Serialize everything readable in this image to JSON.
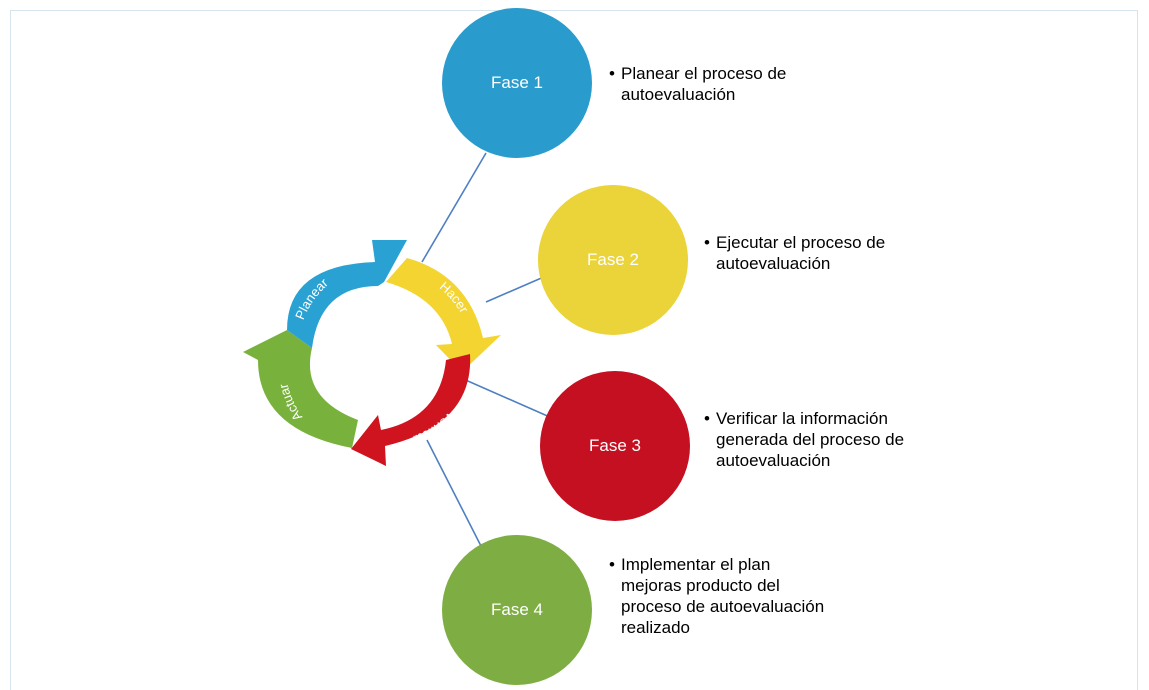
{
  "cycle": {
    "labels": [
      "Planear",
      "Hacer",
      "Verificar",
      "Actuar"
    ],
    "colors": {
      "planear": "#29a2d3",
      "hacer": "#f3d431",
      "verificar": "#d0141f",
      "actuar": "#78b23c"
    }
  },
  "phases": [
    {
      "label": "Fase 1",
      "color": "#2a9bcd",
      "description": "Planear el proceso de autoevaluación"
    },
    {
      "label": "Fase 2",
      "color": "#ebd33a",
      "description": "Ejecutar el proceso de autoevaluación"
    },
    {
      "label": "Fase 3",
      "color": "#c41020",
      "description": "Verificar la información generada del proceso de autoevaluación"
    },
    {
      "label": "Fase 4",
      "color": "#7eae43",
      "description": "Implementar el plan mejoras producto del proceso de autoevaluación realizado"
    }
  ],
  "bullet": "•",
  "connector_color": "#4f7fc3"
}
